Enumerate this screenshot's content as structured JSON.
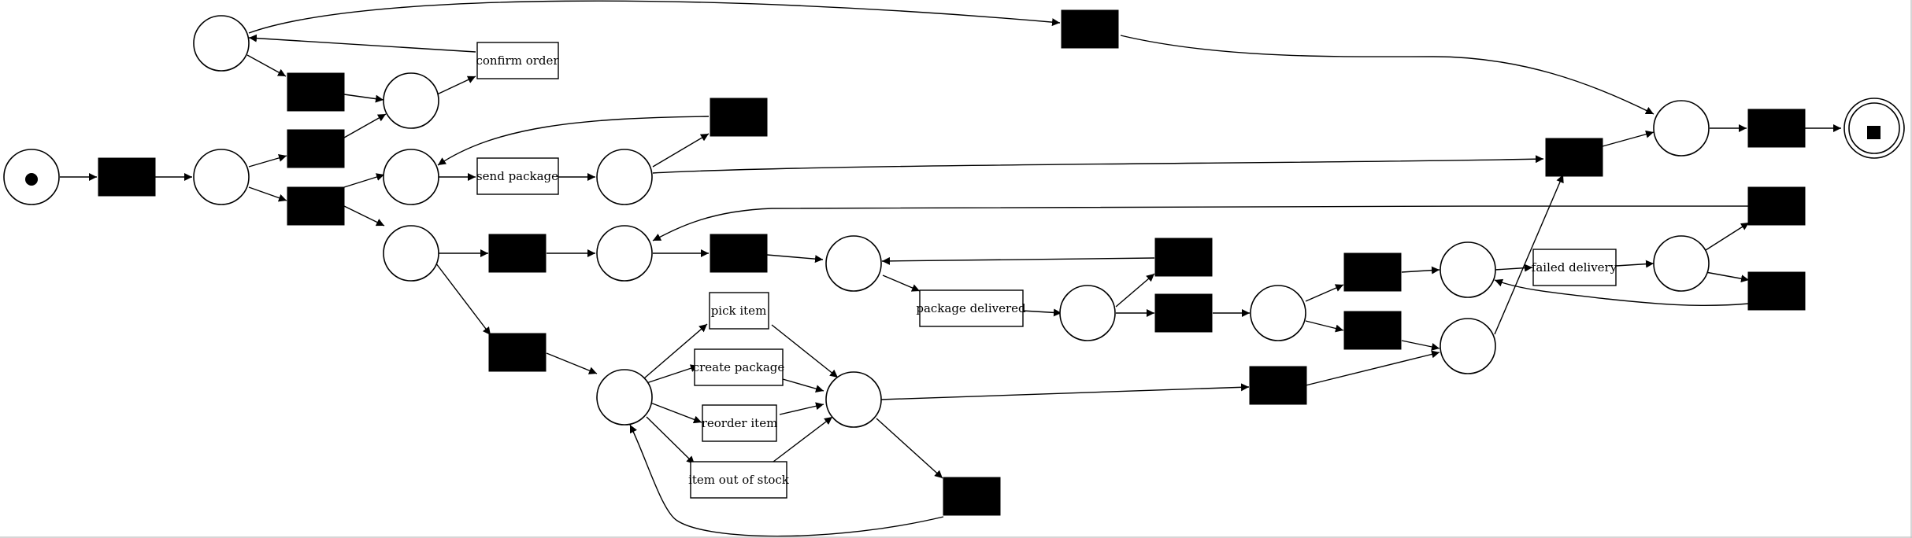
{
  "diagram": {
    "type": "petri-net",
    "colors": {
      "line": "#000000",
      "fill": "#ffffff",
      "silent": "#000000"
    },
    "labels": {
      "confirm_order": "confirm order",
      "send_package": "send package",
      "pick_item": "pick item",
      "create_package": "create package",
      "reorder_item": "reorder item",
      "item_out_of_stock": "item out of stock",
      "package_delivered": "package delivered",
      "failed_delivery": "failed delivery"
    }
  }
}
